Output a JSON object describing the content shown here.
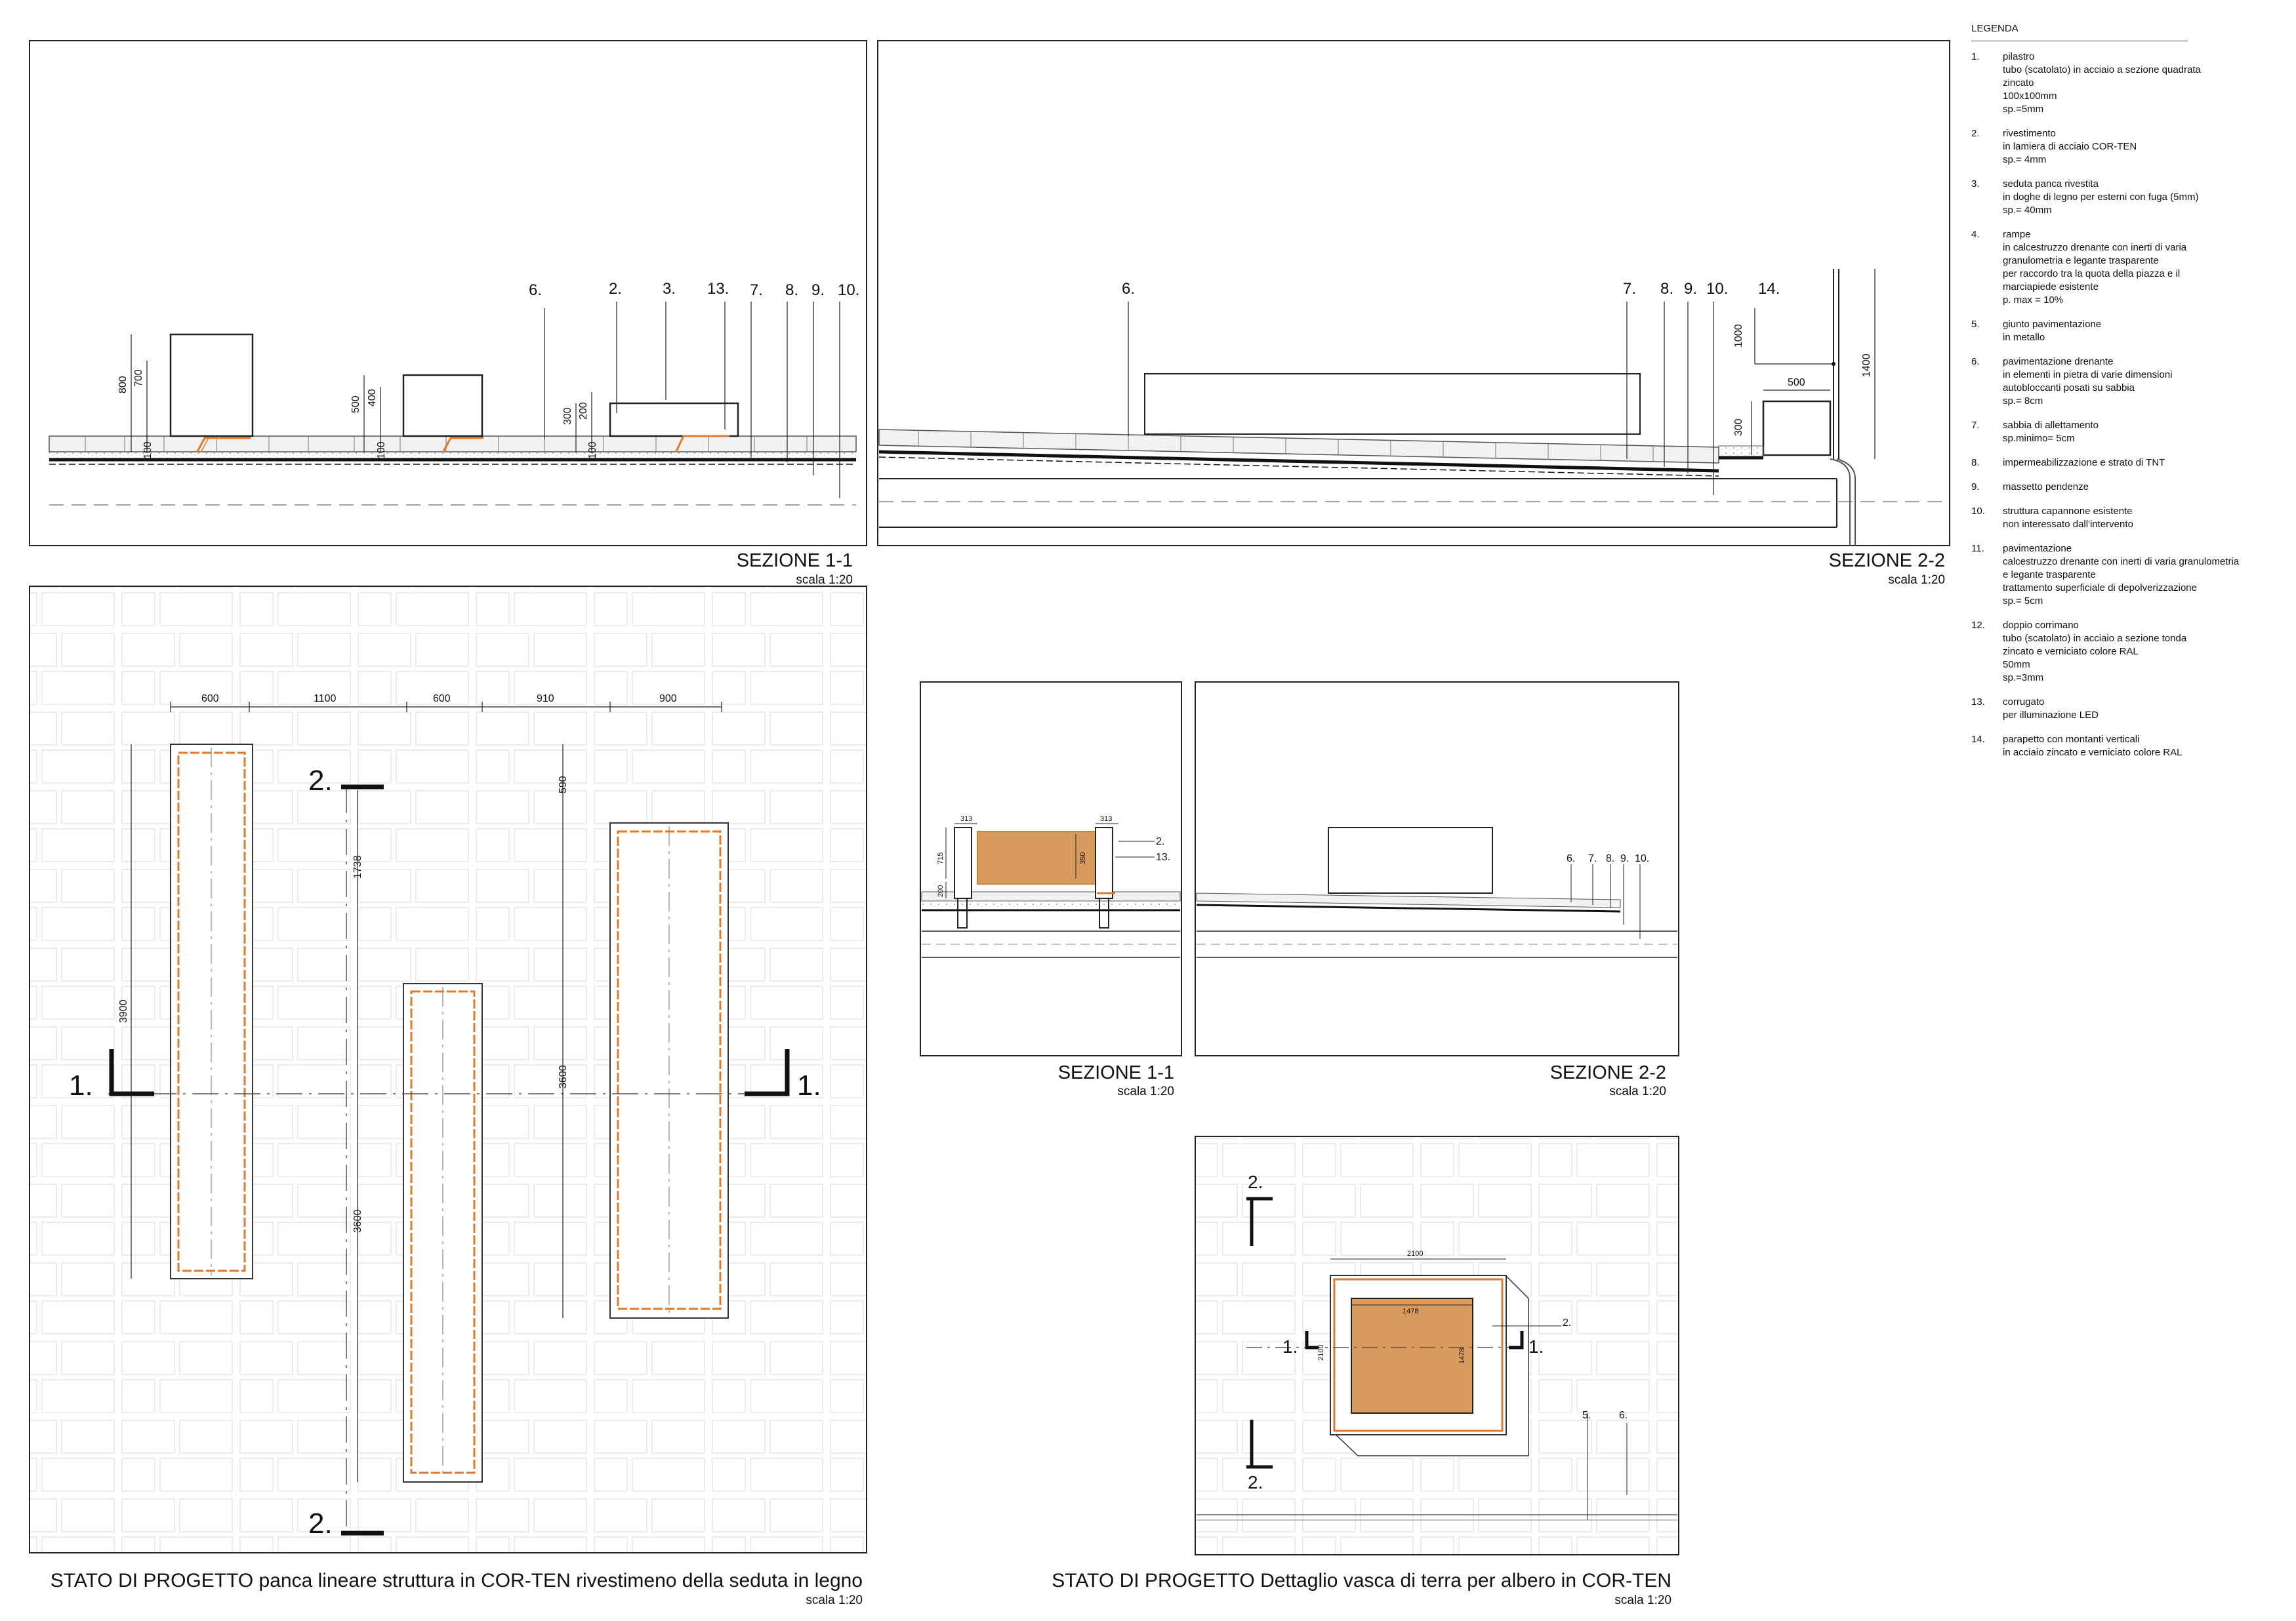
{
  "legend": {
    "title": "LEGENDA",
    "items": [
      {
        "num": "1.",
        "text": "pilastro\ntubo (scatolato) in acciaio a sezione quadrata\nzincato\n100x100mm\nsp.=5mm"
      },
      {
        "num": "2.",
        "text": "rivestimento\nin lamiera di acciaio COR-TEN\nsp.= 4mm"
      },
      {
        "num": "3.",
        "text": "seduta panca  rivestita\nin doghe di legno per esterni con fuga (5mm)\nsp.= 40mm"
      },
      {
        "num": "4.",
        "text": "rampe\nin calcestruzzo drenante con inerti di varia\ngranulometria e legante trasparente\nper raccordo tra la quota della piazza e il\nmarciapiede esistente\np. max = 10%"
      },
      {
        "num": "5.",
        "text": "giunto pavimentazione\nin metallo"
      },
      {
        "num": "6.",
        "text": "pavimentazione drenante\nin elementi in pietra di varie dimensioni\nautobloccanti posati su sabbia\nsp.= 8cm"
      },
      {
        "num": "7.",
        "text": "sabbia di allettamento\nsp.minimo= 5cm"
      },
      {
        "num": "8.",
        "text": "impermeabilizzazione e strato di TNT"
      },
      {
        "num": "9.",
        "text": "massetto pendenze"
      },
      {
        "num": "10.",
        "text": "struttura capannone esistente\nnon interessato dall'intervento"
      },
      {
        "num": "11.",
        "text": "pavimentazione\ncalcestruzzo drenante con inerti di varia granulometria\ne legante trasparente\ntrattamento superficiale di depolverizzazione\nsp.= 5cm"
      },
      {
        "num": "12.",
        "text": "doppio corrimano\ntubo (scatolato) in acciaio a sezione tonda\nzincato e verniciato colore RAL\n50mm\nsp.=3mm"
      },
      {
        "num": "13.",
        "text": "corrugato\nper illuminazione LED"
      },
      {
        "num": "14.",
        "text": "parapetto con montanti verticali\nin acciaio zincato e verniciato colore RAL"
      }
    ]
  },
  "panel_a": {
    "title": "SEZIONE 1-1",
    "scale": "scala 1:20",
    "callouts": [
      "6.",
      "2.",
      "3.",
      "13.",
      "7.",
      "8.",
      "9.",
      "10."
    ],
    "dims": [
      "800",
      "700",
      "100",
      "500",
      "400",
      "100",
      "300",
      "200",
      "100"
    ]
  },
  "panel_b": {
    "title": "SEZIONE 2-2",
    "scale": "scala 1:20",
    "callouts": [
      "6.",
      "7.",
      "8.",
      "9.",
      "10.",
      "14."
    ],
    "dims": [
      "1000",
      "1400",
      "500",
      "300"
    ]
  },
  "plan_bench": {
    "title": "STATO DI PROGETTO panca lineare struttura in COR-TEN rivestimeno della seduta in legno",
    "scale": "scala 1:20",
    "dims_top": [
      "600",
      "1100",
      "600",
      "910",
      "900"
    ],
    "dims_vert": [
      "3900",
      "1738",
      "3600",
      "590",
      "3600"
    ],
    "section_marks": {
      "top": "2.",
      "bottom": "2.",
      "left": "1.",
      "right": "1."
    }
  },
  "detail_s11": {
    "title": "SEZIONE 1-1",
    "scale": "scala 1:20",
    "callouts": [
      "2.",
      "13."
    ],
    "dims": [
      "313",
      "313",
      "715",
      "350",
      "200"
    ]
  },
  "detail_s22": {
    "title": "SEZIONE 2-2",
    "scale": "scala 1:20",
    "callouts": [
      "6.",
      "7.",
      "8.",
      "9.",
      "10."
    ]
  },
  "plan_tree": {
    "title": "STATO DI PROGETTO Dettaglio vasca di terra per albero in COR-TEN",
    "scale": "scala 1:20",
    "dims": [
      "2100",
      "1478",
      "2100",
      "1478"
    ],
    "callouts": [
      "2.",
      "5.",
      "6."
    ],
    "section_marks": {
      "top": "2.",
      "bottom": "2.",
      "left": "1.",
      "right": "1."
    }
  },
  "colors": {
    "corten": "#e07a2a",
    "wood": "#d99a5e",
    "line": "#111111",
    "paving": "#e6e6e6"
  }
}
